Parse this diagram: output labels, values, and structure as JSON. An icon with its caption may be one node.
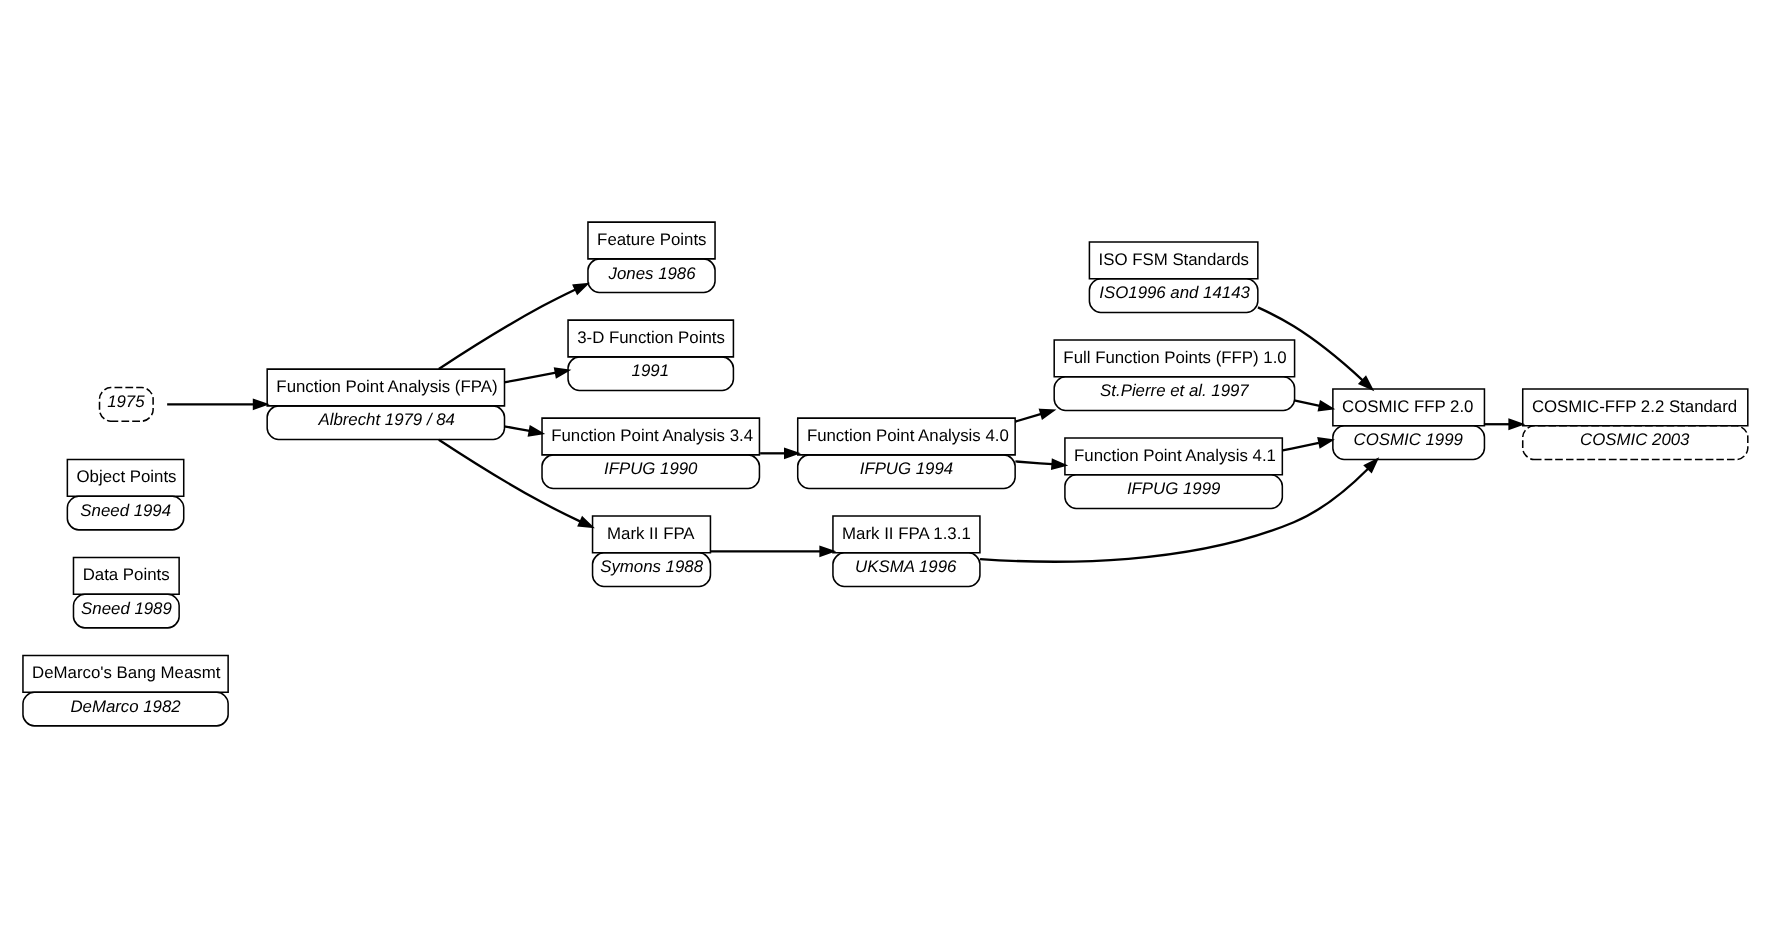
{
  "diagram": {
    "nodes": [
      {
        "text": [
          "DeMarco's Bang Measmt",
          "DeMarco 1982"
        ]
      },
      {
        "text": [
          "Data Points",
          "Sneed 1989"
        ]
      },
      {
        "text": [
          "Object Points",
          "Sneed 1994"
        ]
      },
      {
        "text": [
          "ISO FSM Standards",
          "ISO1996 and 14143"
        ]
      },
      {
        "text": [
          "Feature Points",
          "Jones 1986"
        ]
      },
      {
        "text": [
          "3-D Function Points",
          "1991"
        ]
      },
      {
        "text": [
          "Full Function Points (FFP) 1.0",
          "St.Pierre et al. 1997"
        ]
      },
      {
        "text": [
          "1975"
        ]
      },
      {
        "text": [
          "Function Point Analysis (FPA)",
          "Albrecht 1979 / 84"
        ]
      },
      {
        "text": [
          "Function Point Analysis 3.4",
          "IFPUG 1990"
        ]
      },
      {
        "text": [
          "Function Point Analysis 4.0",
          "IFPUG 1994"
        ]
      },
      {
        "text": [
          "Function Point Analysis 4.1",
          "IFPUG 1999"
        ]
      },
      {
        "text": [
          "COSMIC FFP 2.0",
          "COSMIC 1999"
        ]
      },
      {
        "text": [
          "COSMIC-FFP 2.2 Standard",
          "COSMIC 2003"
        ]
      },
      {
        "text": [
          "Mark II FPA",
          "Symons 1988"
        ]
      },
      {
        "text": [
          "Mark II FPA 1.3.1",
          "UKSMA 1996"
        ]
      }
    ],
    "edges": [
      {
        "from": 7,
        "to": 8,
        "arrow": "to"
      },
      {
        "from": 8,
        "to": 4,
        "arrow": "to"
      },
      {
        "from": 8,
        "to": 5,
        "arrow": "to"
      },
      {
        "from": 8,
        "to": 9,
        "arrow": "to"
      },
      {
        "from": 9,
        "to": 10,
        "arrow": "to"
      },
      {
        "from": 10,
        "to": 6,
        "arrow": "to"
      },
      {
        "from": 10,
        "to": 11,
        "arrow": "to"
      },
      {
        "from": 11,
        "to": 12,
        "arrow": "to"
      },
      {
        "from": 6,
        "to": 12,
        "arrow": "to"
      },
      {
        "from": 3,
        "to": 12,
        "arrow": "to"
      },
      {
        "from": 12,
        "to": 13,
        "arrow": "to"
      },
      {
        "from": 8,
        "to": 14,
        "arrow": "to"
      },
      {
        "from": 14,
        "to": 15,
        "arrow": "to"
      },
      {
        "from": 15,
        "to": 12,
        "arrow": "to"
      }
    ]
  }
}
